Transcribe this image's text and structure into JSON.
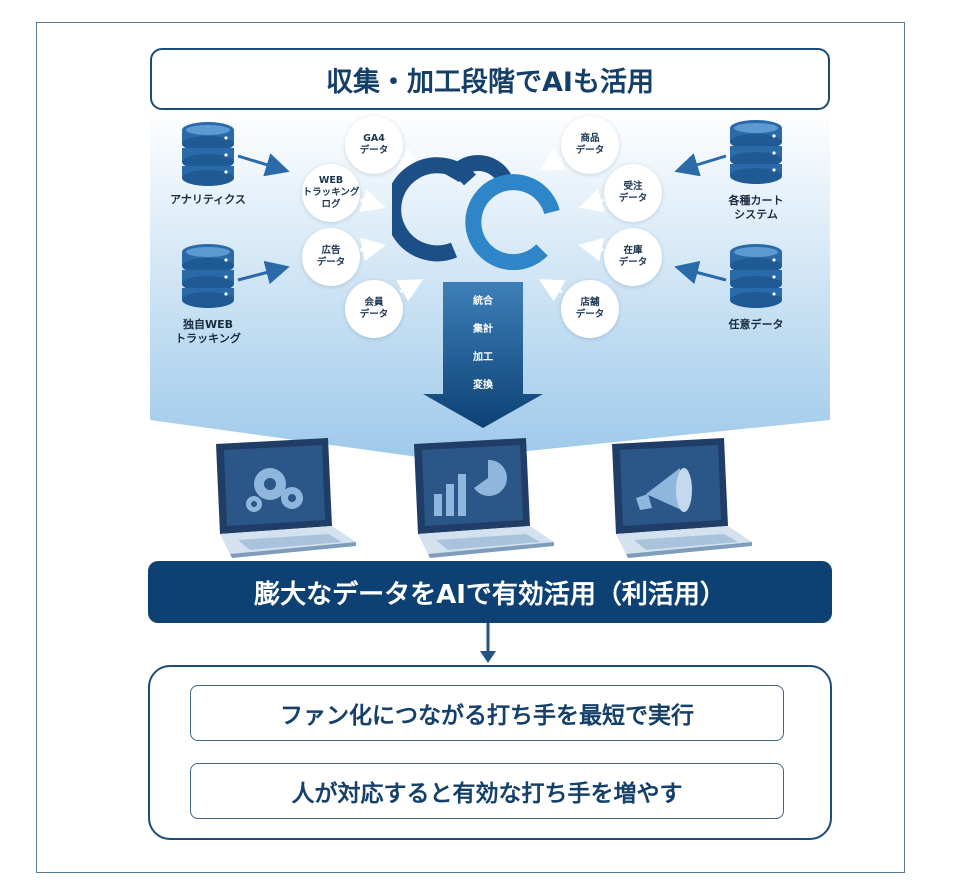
{
  "title": "収集・加工段階でAIも活用",
  "sources": {
    "left": [
      {
        "label": "アナリティクス"
      },
      {
        "label": "独自WEB\nトラッキング"
      }
    ],
    "right": [
      {
        "label": "各種カート\nシステム"
      },
      {
        "label": "任意データ"
      }
    ]
  },
  "bubbles_left": [
    "GA4\nデータ",
    "WEB\nトラッキング\nログ",
    "広告\nデータ",
    "会員\nデータ"
  ],
  "bubbles_right": [
    "商品\nデータ",
    "受注\nデータ",
    "在庫\nデータ",
    "店舗\nデータ"
  ],
  "process_steps": [
    "統合",
    "集計",
    "加工",
    "変換"
  ],
  "laptops": [
    "gears-icon",
    "bar-chart-icon",
    "megaphone-icon"
  ],
  "banner": "膨大なデータをAIで有効活用（利活用）",
  "results": [
    "ファン化につながる打ち手を最短で実行",
    "人が対応すると有効な打ち手を増やす"
  ],
  "colors": {
    "navy": "#0d4174",
    "cloud_dark": "#1b4f86",
    "cloud_light": "#2e86c9",
    "gradient_top": "#ffffff",
    "gradient_bottom": "#9ec9ea"
  }
}
